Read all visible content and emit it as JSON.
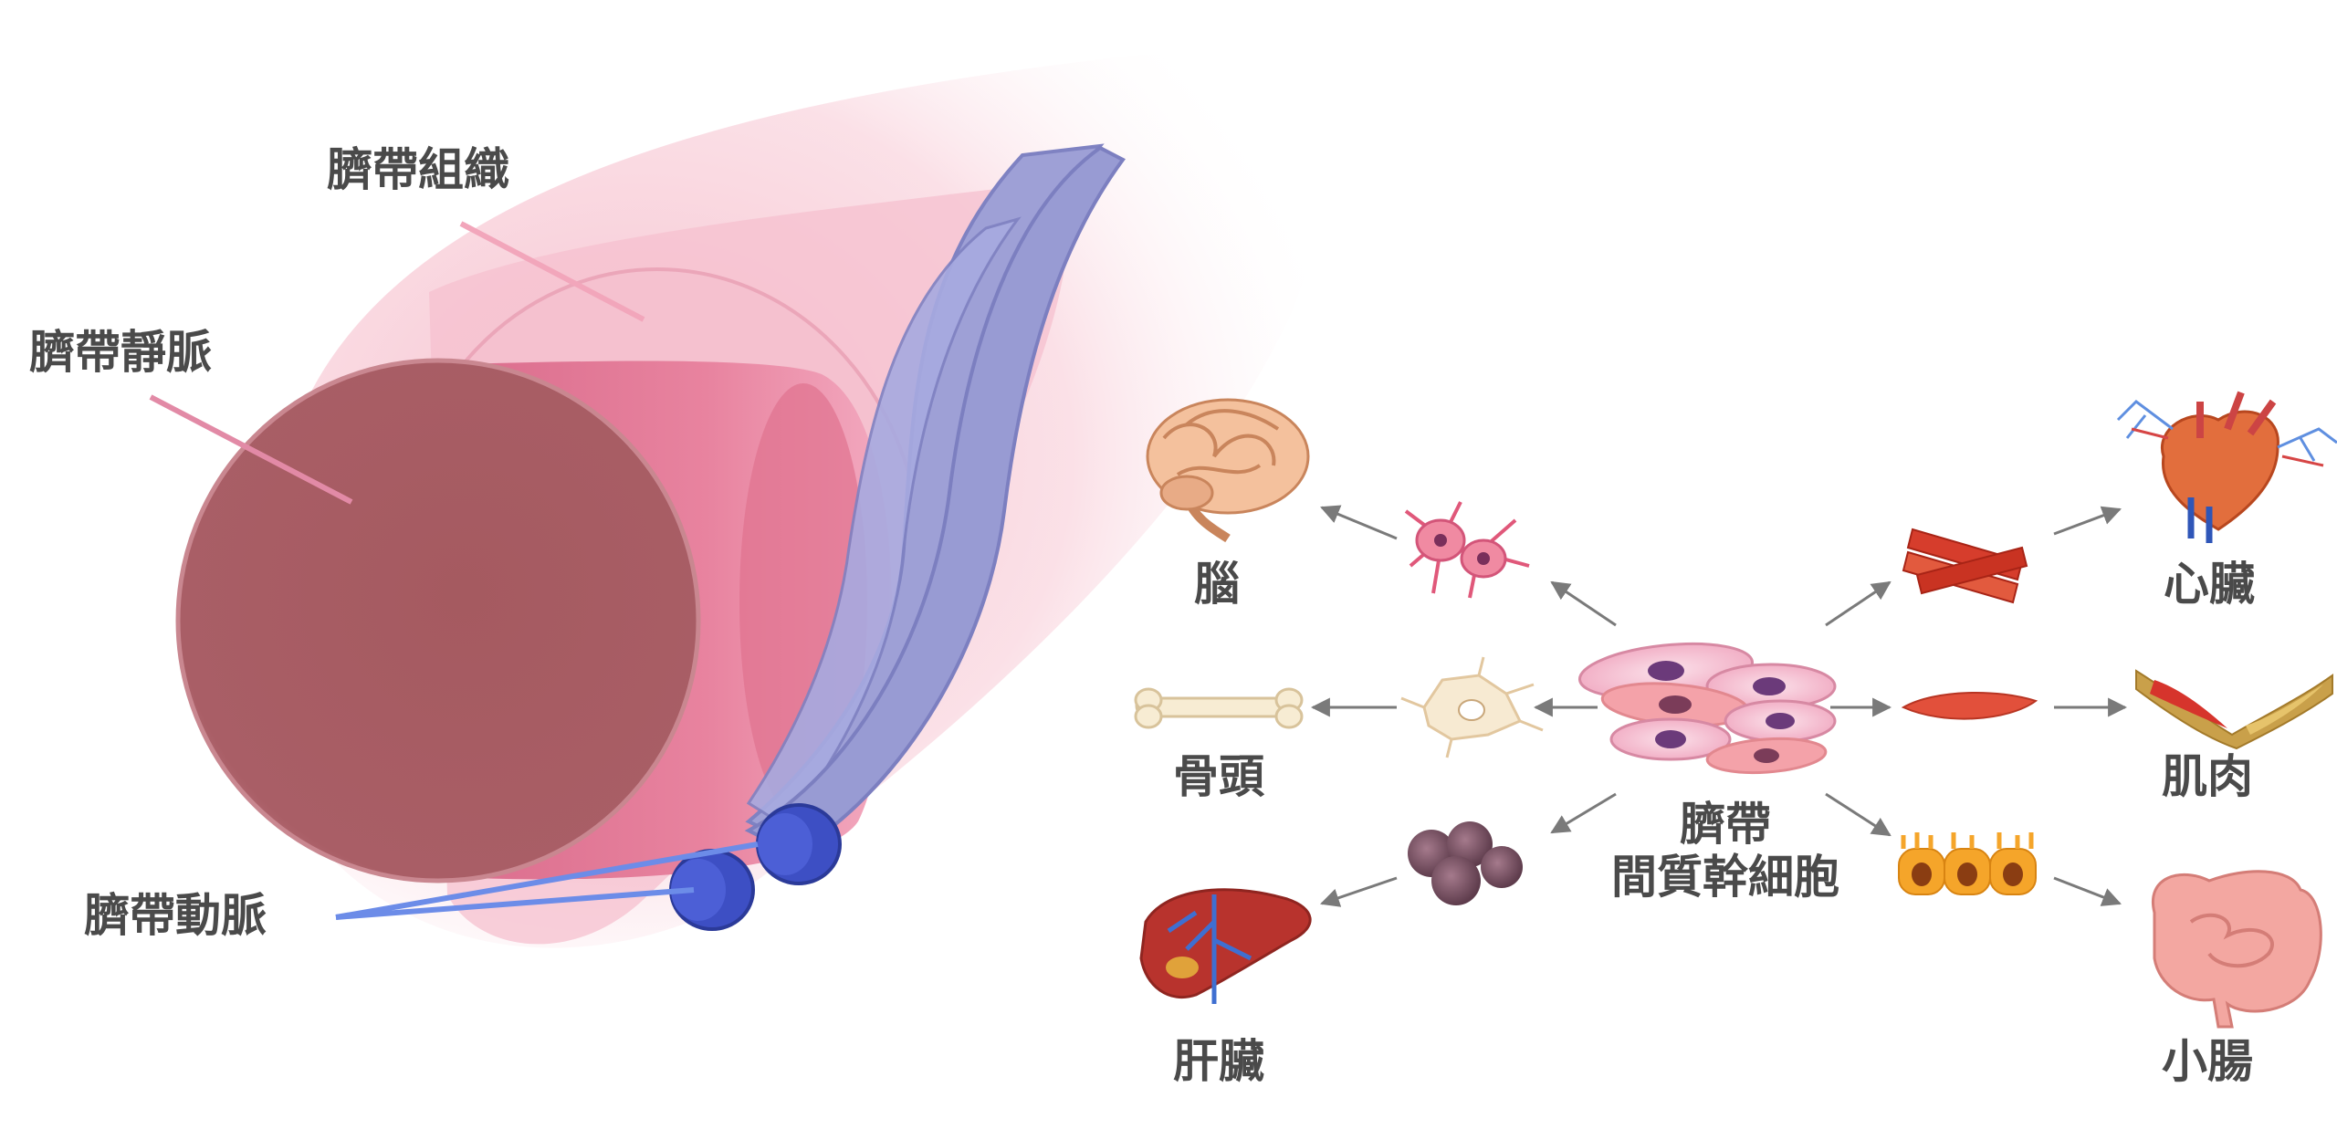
{
  "labels": {
    "umbilical_tissue": "臍帶組織",
    "umbilical_vein": "臍帶靜脈",
    "umbilical_artery": "臍帶動脈",
    "msc_line1": "臍帶",
    "msc_line2": "間質幹細胞"
  },
  "organs": {
    "brain": "腦",
    "bone": "骨頭",
    "liver": "肝臟",
    "heart": "心臟",
    "muscle": "肌肉",
    "intestine": "小腸"
  },
  "colors": {
    "tissue_pink": "#f7c6d3",
    "vein_dark": "#a65c62",
    "vein_mid": "#e37695",
    "artery_purple": "#9ea0d6",
    "artery_blue": "#3d4fc4",
    "label_gray": "#4a4a4a",
    "arrow_gray": "#7a7a7a"
  }
}
